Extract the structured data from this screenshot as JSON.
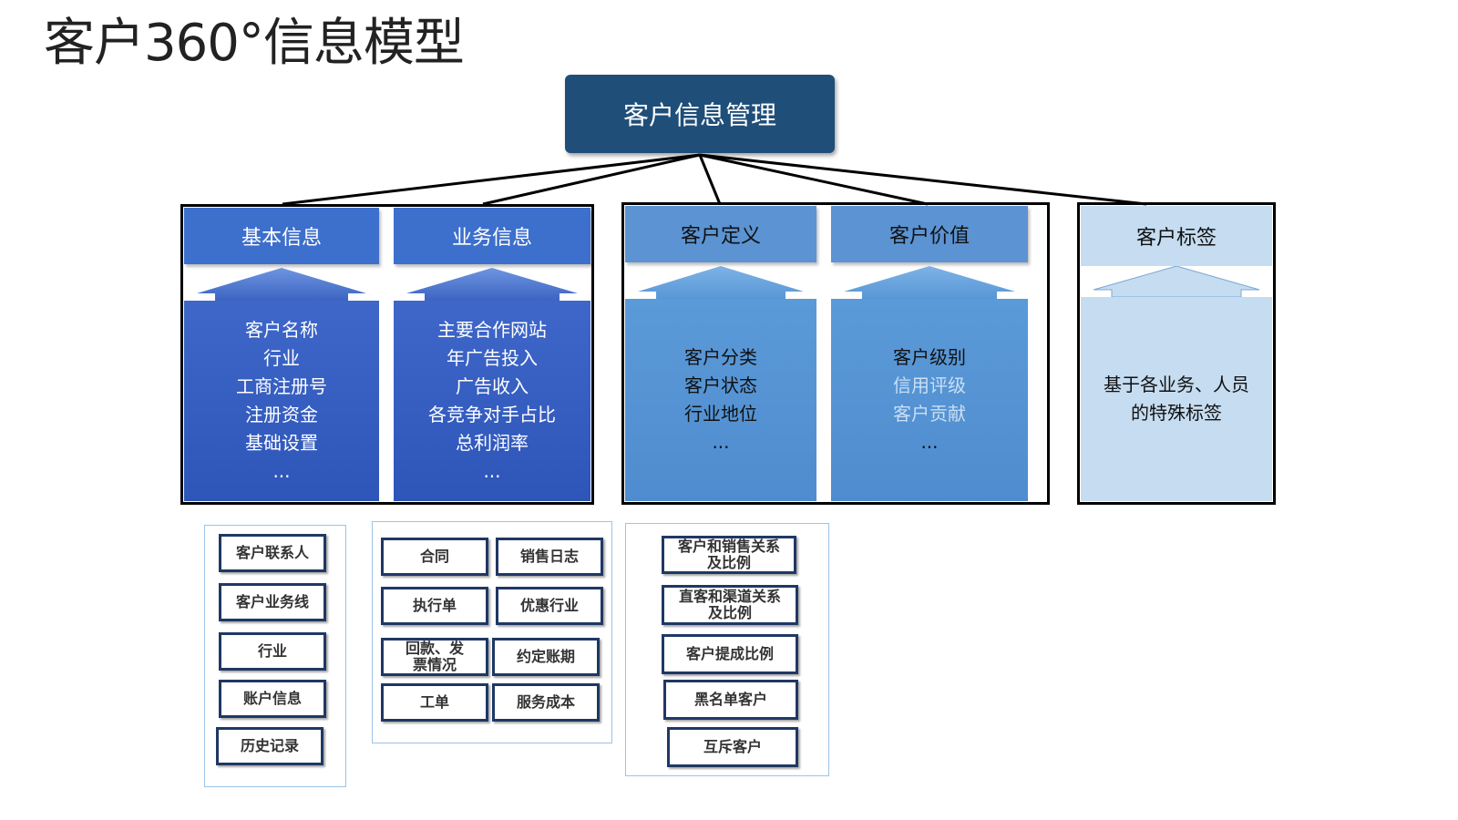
{
  "title": "客户360°信息模型",
  "root": {
    "label": "客户信息管理"
  },
  "colors": {
    "root": "#1f4e79",
    "basic": "#3a66c4",
    "definition": "#5b9bd5",
    "tags": "#bdd7ee"
  },
  "categories": [
    {
      "name": "基本信息",
      "items": [
        "客户名称",
        "行业",
        "工商注册号",
        "注册资金",
        "基础设置",
        "..."
      ]
    },
    {
      "name": "业务信息",
      "items": [
        "主要合作网站",
        "年广告投入",
        "广告收入",
        "各竞争对手占比",
        "总利润率",
        "..."
      ]
    },
    {
      "name": "客户定义",
      "items": [
        "客户分类",
        "客户状态",
        "行业地位",
        "..."
      ]
    },
    {
      "name": "客户价值",
      "items": [
        "客户级别",
        "信用评级",
        "客户贡献",
        "..."
      ]
    },
    {
      "name": "客户标签",
      "items": [
        "基于各业务、人员",
        "的特殊标签"
      ]
    }
  ],
  "subgroups": {
    "basic": [
      "客户联系人",
      "客户业务线",
      "行业",
      "账户信息",
      "历史记录"
    ],
    "business": [
      "合同",
      "销售日志",
      "执行单",
      "优惠行业",
      "回款、发票情况",
      "约定账期",
      "工单",
      "服务成本"
    ],
    "definition": [
      "客户和销售关系及比例",
      "直客和渠道关系及比例",
      "客户提成比例",
      "黑名单客户",
      "互斥客户"
    ]
  }
}
